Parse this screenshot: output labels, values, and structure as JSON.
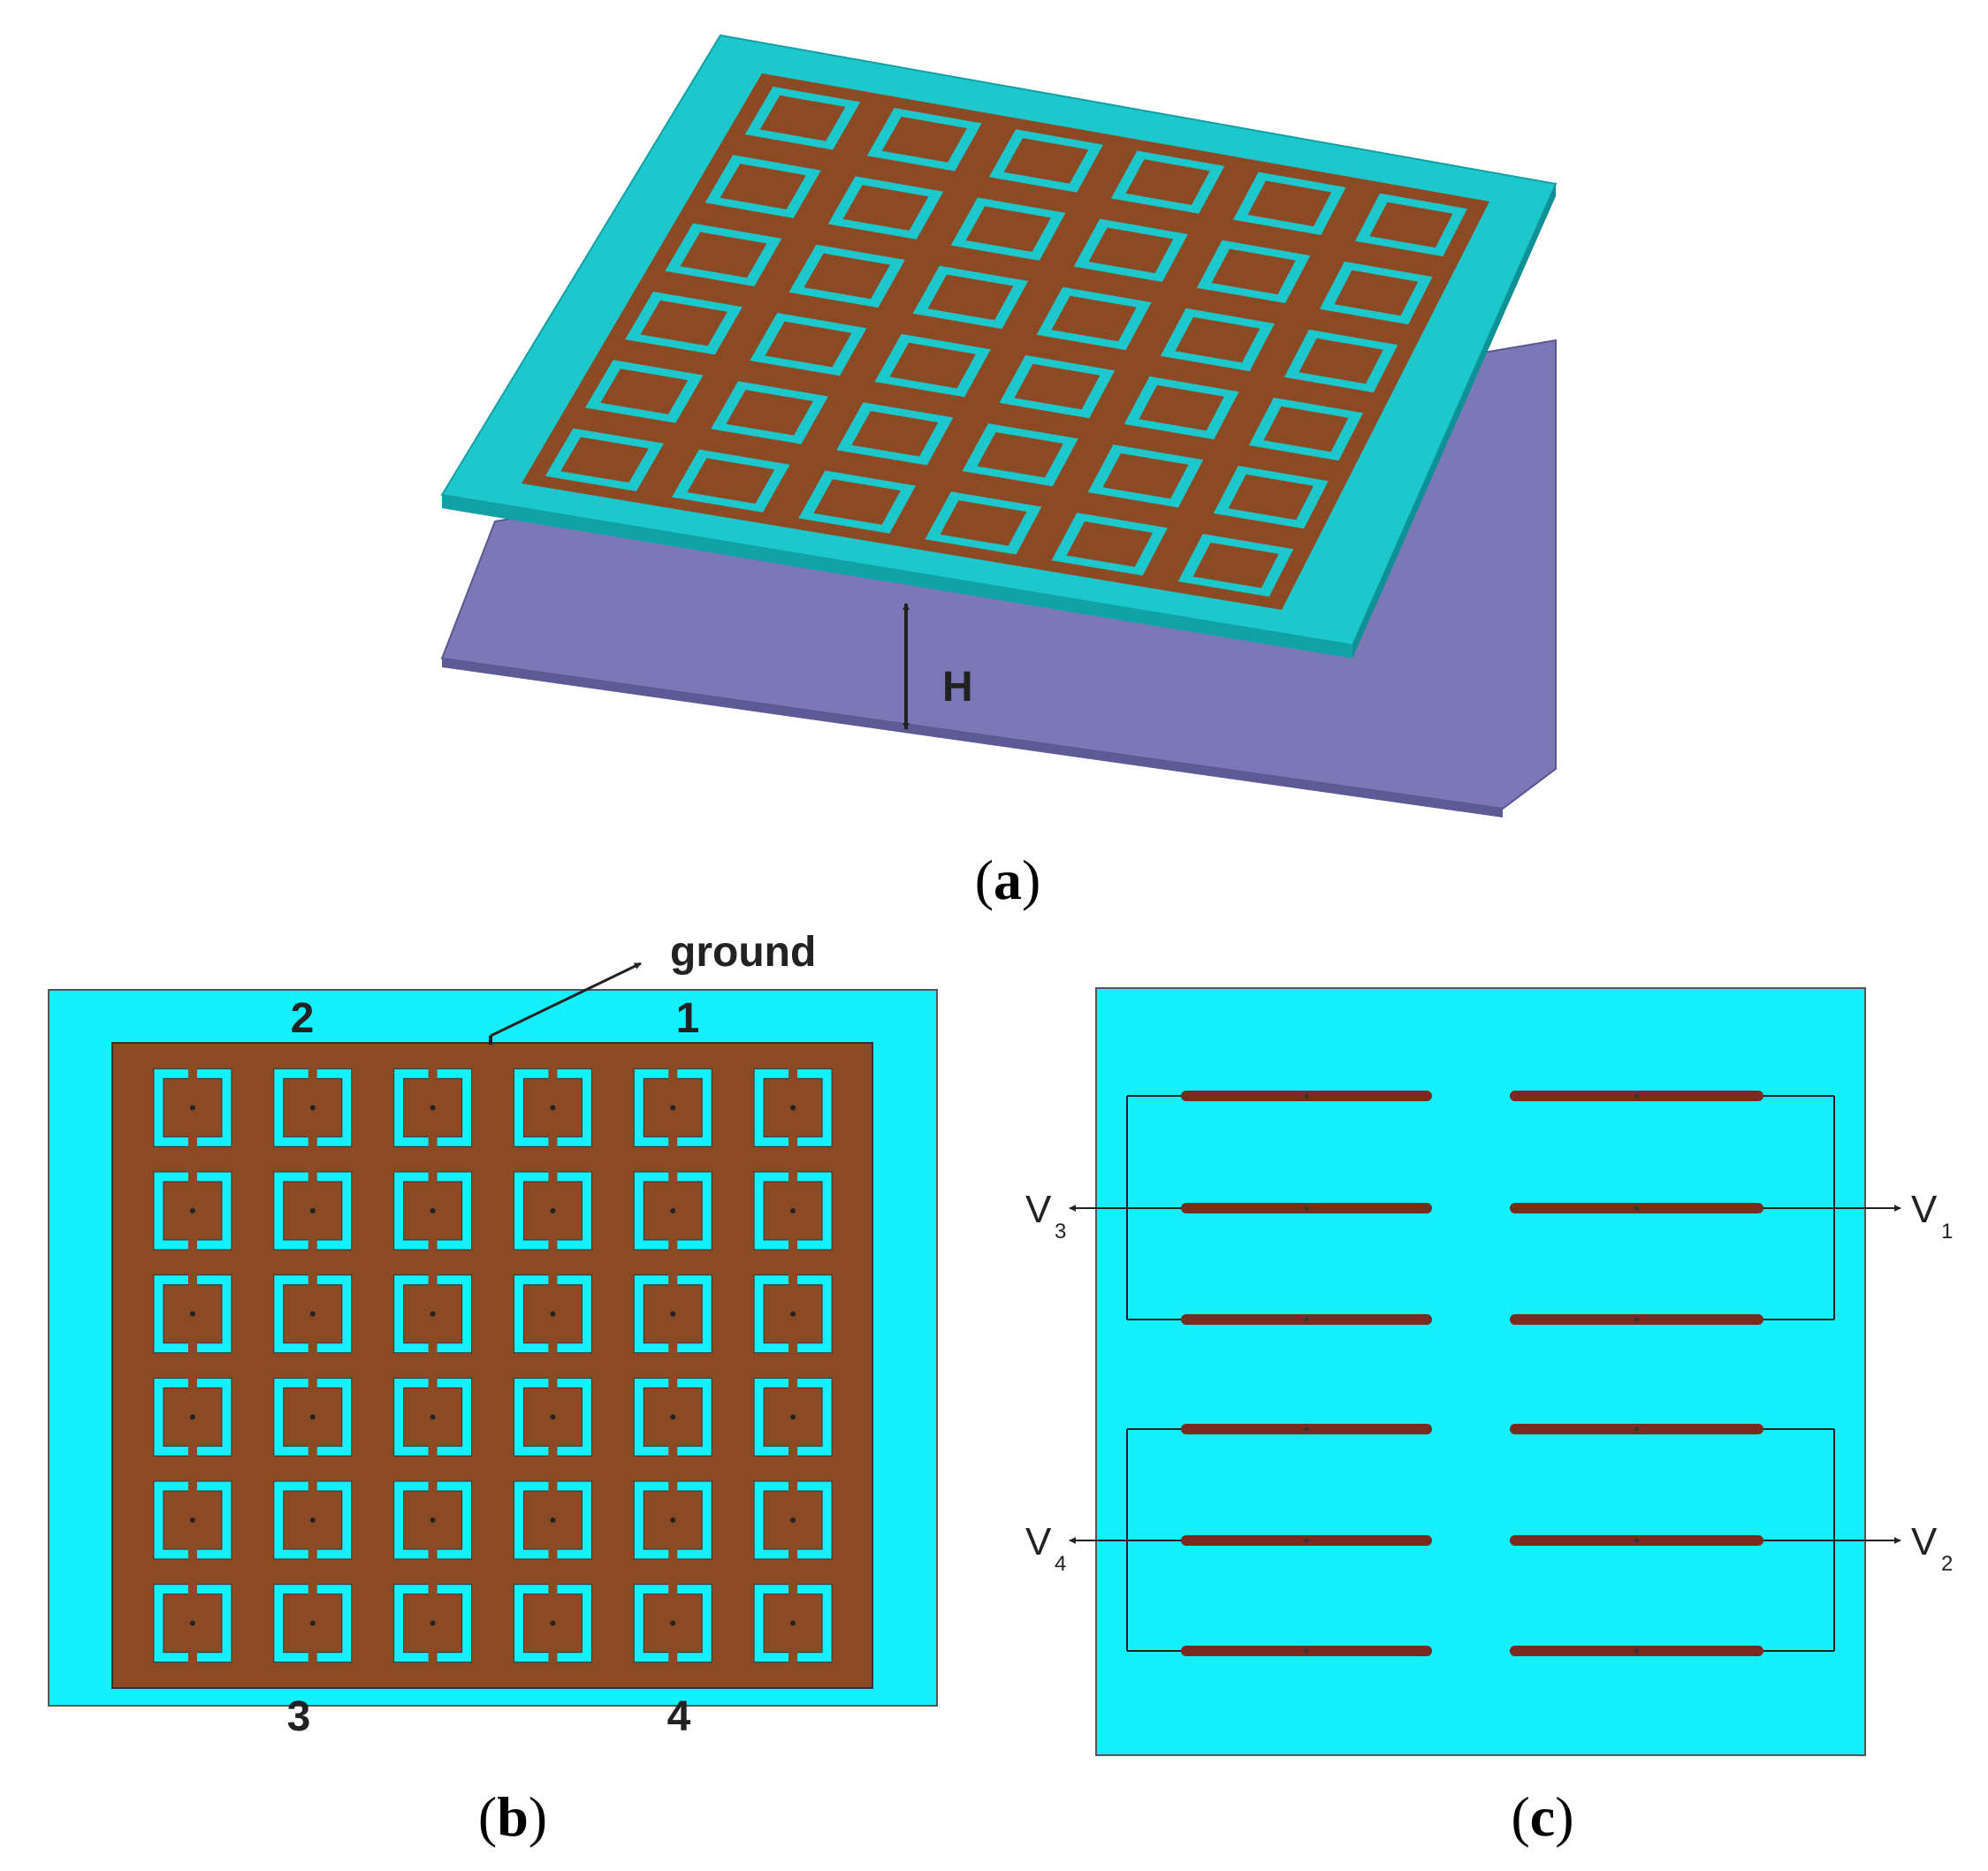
{
  "colors": {
    "substrate": "#1cc8cc",
    "substrate_bright": "#15f0ff",
    "metal": "#8b4a24",
    "ground_plane": "#7c78b8",
    "strip": "#7a2a1e",
    "line": "#222222"
  },
  "panel_a": {
    "caption_letter": "a",
    "height_label": "H",
    "grid_rows": 6,
    "grid_cols": 6
  },
  "panel_b": {
    "caption_letter": "b",
    "ground_label": "ground",
    "corner_labels": {
      "top_left": "2",
      "top_right": "1",
      "bottom_left": "3",
      "bottom_right": "4"
    },
    "grid_rows": 6,
    "grid_cols": 6
  },
  "panel_c": {
    "caption_letter": "c",
    "strip_rows": 6,
    "outputs": [
      {
        "side": "left",
        "group": "top",
        "label": "V",
        "sub": "3"
      },
      {
        "side": "right",
        "group": "top",
        "label": "V",
        "sub": "1"
      },
      {
        "side": "left",
        "group": "bottom",
        "label": "V",
        "sub": "4"
      },
      {
        "side": "right",
        "group": "bottom",
        "label": "V",
        "sub": "2"
      }
    ]
  }
}
